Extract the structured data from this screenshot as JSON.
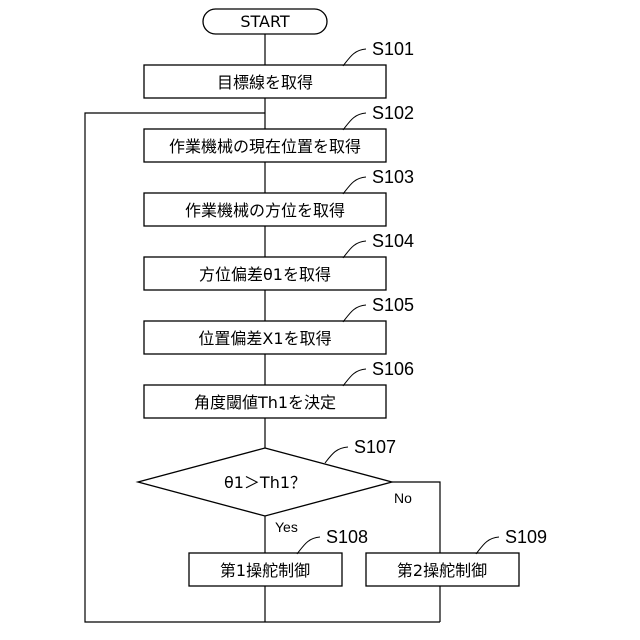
{
  "flowchart": {
    "start": "START",
    "steps": [
      {
        "id": "S101",
        "text": "目標線を取得"
      },
      {
        "id": "S102",
        "text": "作業機械の現在位置を取得"
      },
      {
        "id": "S103",
        "text": "作業機械の方位を取得"
      },
      {
        "id": "S104",
        "text": "方位偏差θ1を取得"
      },
      {
        "id": "S105",
        "text": "位置偏差X1を取得"
      },
      {
        "id": "S106",
        "text": "角度閾値Th1を決定"
      }
    ],
    "decision": {
      "id": "S107",
      "text": "θ1＞Th1？",
      "yes": "Yes",
      "no": "No"
    },
    "yes_step": {
      "id": "S108",
      "text": "第1操舵制御"
    },
    "no_step": {
      "id": "S109",
      "text": "第2操舵制御"
    }
  }
}
